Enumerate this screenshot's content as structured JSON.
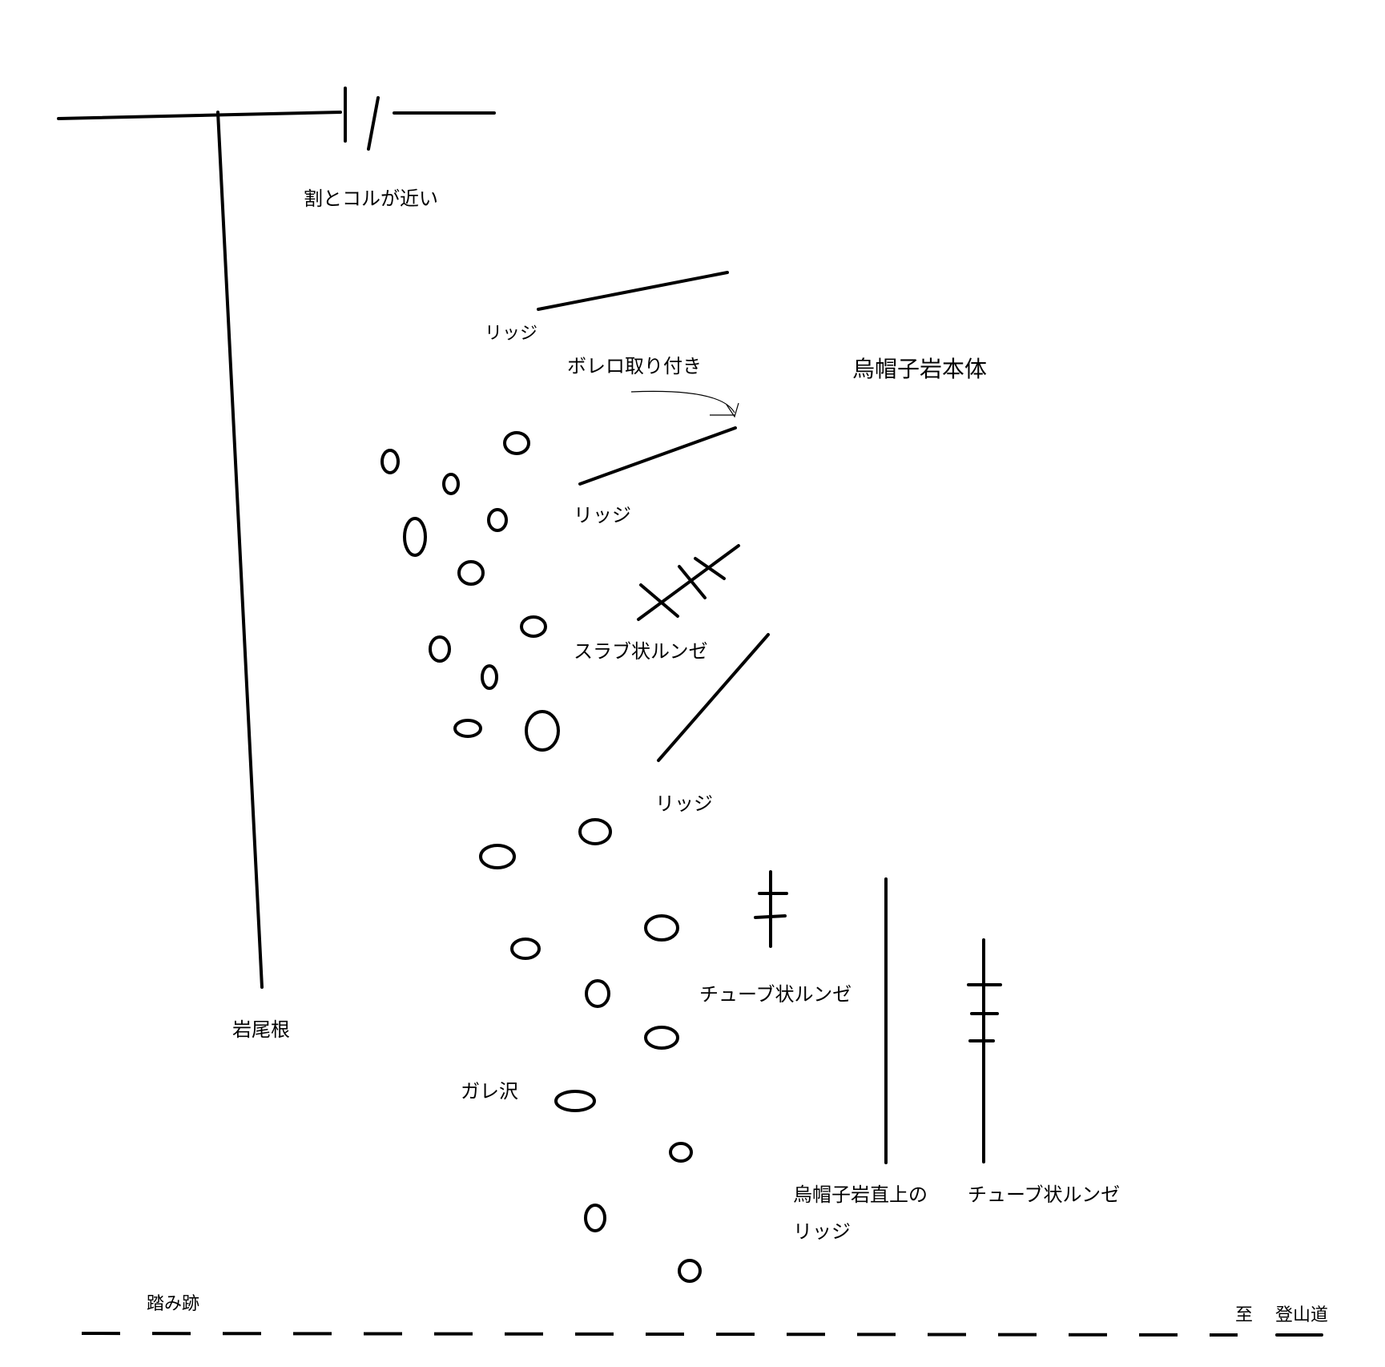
{
  "labels": {
    "crack_col": "割とコルが近い",
    "ledge_top": "リッジ",
    "bolero": "ボレロ取り付き",
    "eboshi_main": "烏帽子岩本体",
    "ledge_mid": "リッジ",
    "slab_gully": "スラブ状ルンゼ",
    "ledge_low": "リッジ",
    "tube_gully_1": "チューブ状ルンゼ",
    "rock_ridge": "岩尾根",
    "scree_valley": "ガレ沢",
    "eboshi_above_1": "烏帽子岩直上の",
    "eboshi_above_2": "リッジ",
    "tube_gully_2": "チューブ状ルンゼ",
    "trail": "踏み跡",
    "to": "至",
    "climbing_path": "登山道"
  },
  "colors": {
    "ink": "#000000",
    "background": "#ffffff"
  }
}
